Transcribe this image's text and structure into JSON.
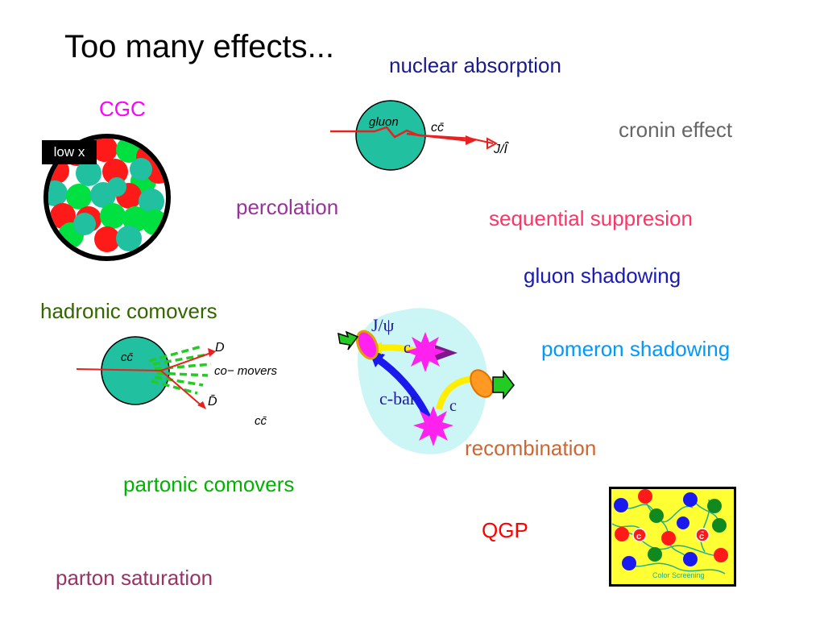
{
  "title": "Too many effects...",
  "effects": {
    "nuclear_absorption": "nuclear absorption",
    "cgc": "CGC",
    "cronin": "cronin effect",
    "percolation": "percolation",
    "sequential": "sequential suppresion",
    "gluon_shadowing": "gluon shadowing",
    "hadronic_comovers": "hadronic comovers",
    "pomeron_shadowing": "pomeron shadowing",
    "recombination": "recombination",
    "partonic_comovers": "partonic comovers",
    "qgp": "QGP",
    "parton_saturation": "parton saturation"
  },
  "cgc_figure": {
    "low_x": "low x"
  },
  "absorption_figure": {
    "gluon": "gluon",
    "ccbar": "cc̄",
    "jpsi": "J/Ï̂"
  },
  "comover_figure": {
    "ccbar": "cc̄",
    "d": "D",
    "comovers": "co− movers",
    "dbar": "D̄",
    "ccbar_below": "cc̄"
  },
  "recombination_figure": {
    "jpsi": "J/ψ",
    "c": "c",
    "cbar": "c-bar",
    "c2": "c"
  },
  "qgp_figure": {
    "c": "c",
    "cbar": "c̄",
    "caption": "Color Screening"
  },
  "colors": {
    "nuclear_absorption": "#1a1a8c",
    "cgc": "#ff00ff",
    "cronin": "#666666",
    "percolation": "#993399",
    "sequential": "#ff3366",
    "gluon_shadowing": "#1a1ab3",
    "hadronic_comovers": "#336600",
    "pomeron_shadowing": "#0099ff",
    "recombination": "#cc6633",
    "partonic_comovers": "#00b300",
    "qgp": "#ff0000",
    "parton_saturation": "#993366",
    "nucleus": "#20c0a0"
  }
}
